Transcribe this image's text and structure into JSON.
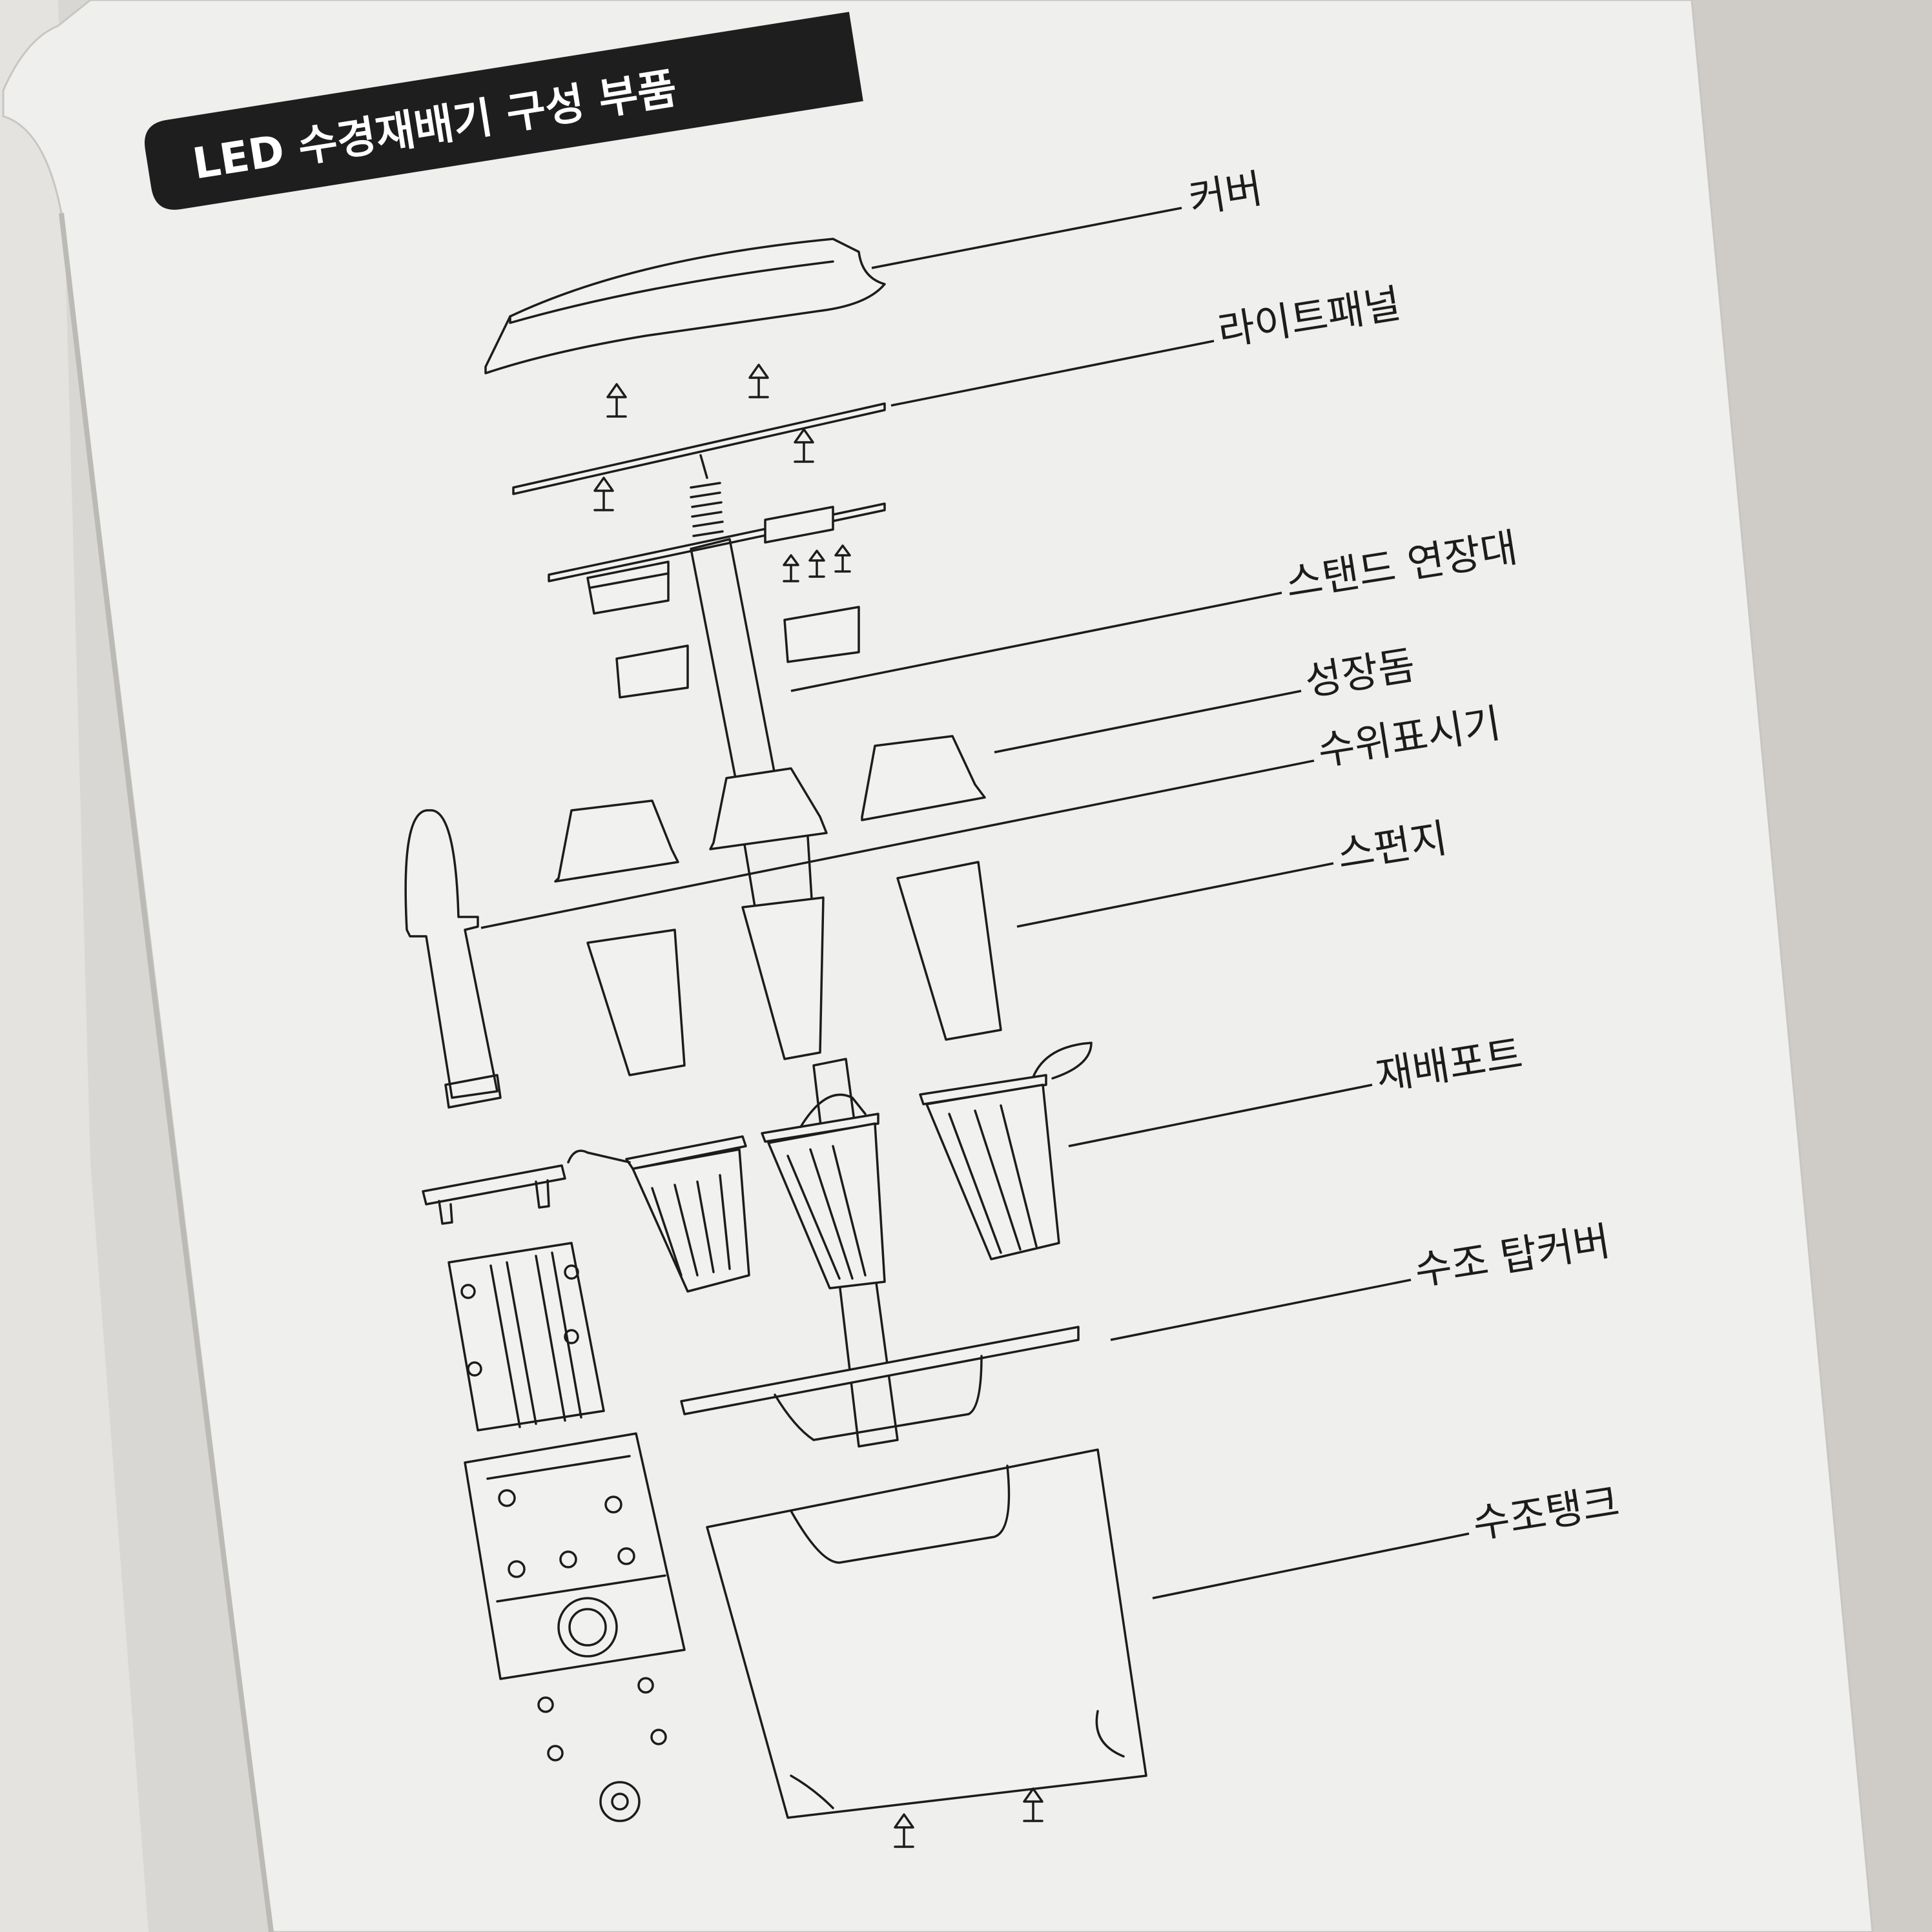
{
  "header": {
    "title": "LED 수경재배기 구성 부품"
  },
  "callouts": [
    {
      "id": "cover",
      "label": "커버"
    },
    {
      "id": "light-panel",
      "label": "라이트패널"
    },
    {
      "id": "stand-extension",
      "label": "스탠드 연장대"
    },
    {
      "id": "growth-dome",
      "label": "성장돔"
    },
    {
      "id": "water-level-indicator",
      "label": "수위표시기"
    },
    {
      "id": "sponge",
      "label": "스펀지"
    },
    {
      "id": "grow-pot",
      "label": "재배포트"
    },
    {
      "id": "tank-top-cover",
      "label": "수조 탑커버"
    },
    {
      "id": "water-tank",
      "label": "수조탱크"
    }
  ],
  "colors": {
    "page": "#efefed",
    "ink": "#1c1c1c",
    "title_band": "#1e1e1e",
    "background": "#d9d7d3"
  }
}
